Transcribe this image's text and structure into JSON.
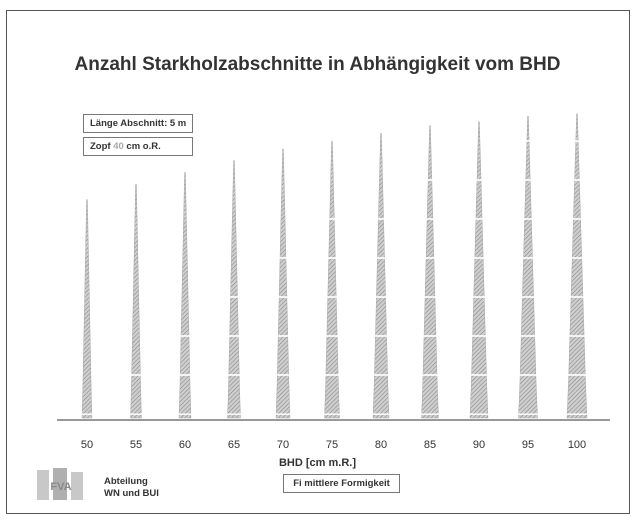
{
  "title": "Anzahl Starkholzabschnitte in Abhängigkeit vom BHD",
  "info": {
    "length_label": "Länge Abschnitt: 5 m",
    "zopf_prefix": "Zopf ",
    "zopf_value": "40",
    "zopf_suffix": " cm o.R."
  },
  "x_axis": {
    "label": "BHD [cm m.R.]",
    "ticks": [
      "50",
      "55",
      "60",
      "65",
      "70",
      "75",
      "80",
      "85",
      "90",
      "95",
      "100"
    ]
  },
  "form_label": "Fi mittlere Formigkeit",
  "department": {
    "line1": "Abteilung",
    "line2": "WN und BUI"
  },
  "logo_text": "FVA",
  "chart_data": {
    "type": "bar",
    "title": "Anzahl Starkholzabschnitte in Abhängigkeit vom BHD",
    "xlabel": "BHD [cm m.R.]",
    "ylabel": "",
    "categories": [
      "50",
      "55",
      "60",
      "65",
      "70",
      "75",
      "80",
      "85",
      "90",
      "95",
      "100"
    ],
    "bhd_cm": [
      50,
      55,
      60,
      65,
      70,
      75,
      80,
      85,
      90,
      95,
      100
    ],
    "tree_height_m": [
      28,
      30,
      31.5,
      33,
      34.5,
      35.5,
      36.5,
      37.5,
      38,
      38.7,
      39
    ],
    "segment_length_m": 5,
    "top_diameter_cm": 40,
    "segments": [
      0,
      1,
      2,
      3,
      4,
      5,
      5,
      6,
      6,
      7,
      7
    ]
  },
  "colors": {
    "frame": "#555555",
    "text": "#333333",
    "tree_fill": "#b3b3b3",
    "highlight": "#aaaaaa"
  }
}
